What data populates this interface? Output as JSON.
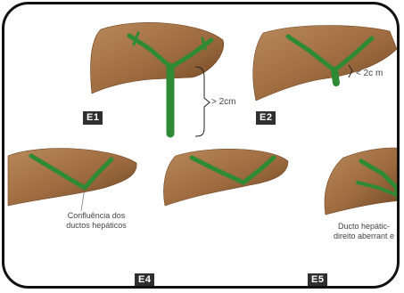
{
  "panels": {
    "e1": {
      "label": "E1",
      "measure": "> 2cm"
    },
    "e2": {
      "label": "E2",
      "measure": "< 2c m"
    },
    "e3": {
      "caption_line1": "Confluência dos",
      "caption_line2": "ductos hepáticos"
    },
    "e4": {
      "label": "E4"
    },
    "e5": {
      "label": "E5",
      "caption_line1": "Ducto hepátic-",
      "caption_line2": "direito aberrant e"
    }
  },
  "colors": {
    "liver": "#9c6a3e",
    "liver_dark": "#6e4524",
    "duct": "#2f8a35",
    "duct_dark": "#1f5f24",
    "badge_bg": "#2f2f2f"
  }
}
